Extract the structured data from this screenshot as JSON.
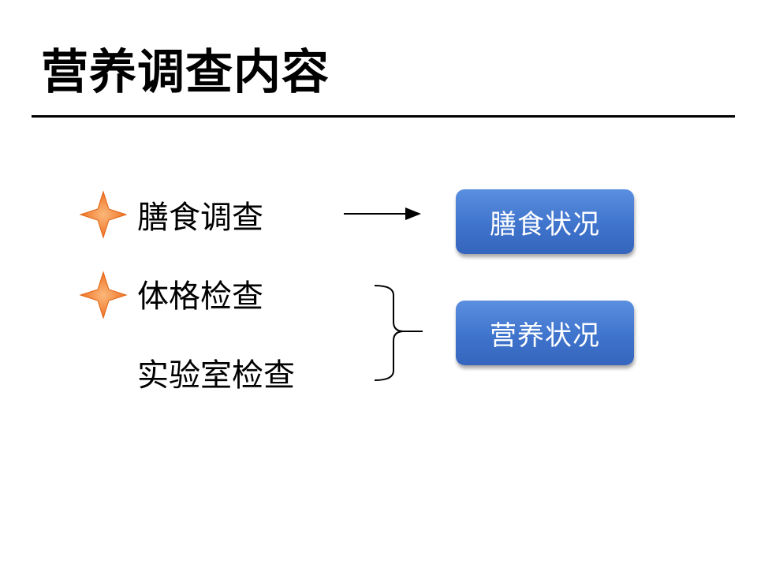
{
  "slide": {
    "title": "营养调查内容",
    "items": [
      {
        "label": "膳食调查",
        "bullet": "orange-star-icon"
      },
      {
        "label": "体格检查",
        "bullet": "orange-star-icon"
      },
      {
        "label": "实验室检查",
        "bullet": null
      }
    ],
    "outcomes": [
      {
        "label": "膳食状况"
      },
      {
        "label": "营养状况"
      }
    ],
    "colors": {
      "bullet": "#f07b2c",
      "box": "#4a7fd6",
      "text": "#000000"
    }
  }
}
